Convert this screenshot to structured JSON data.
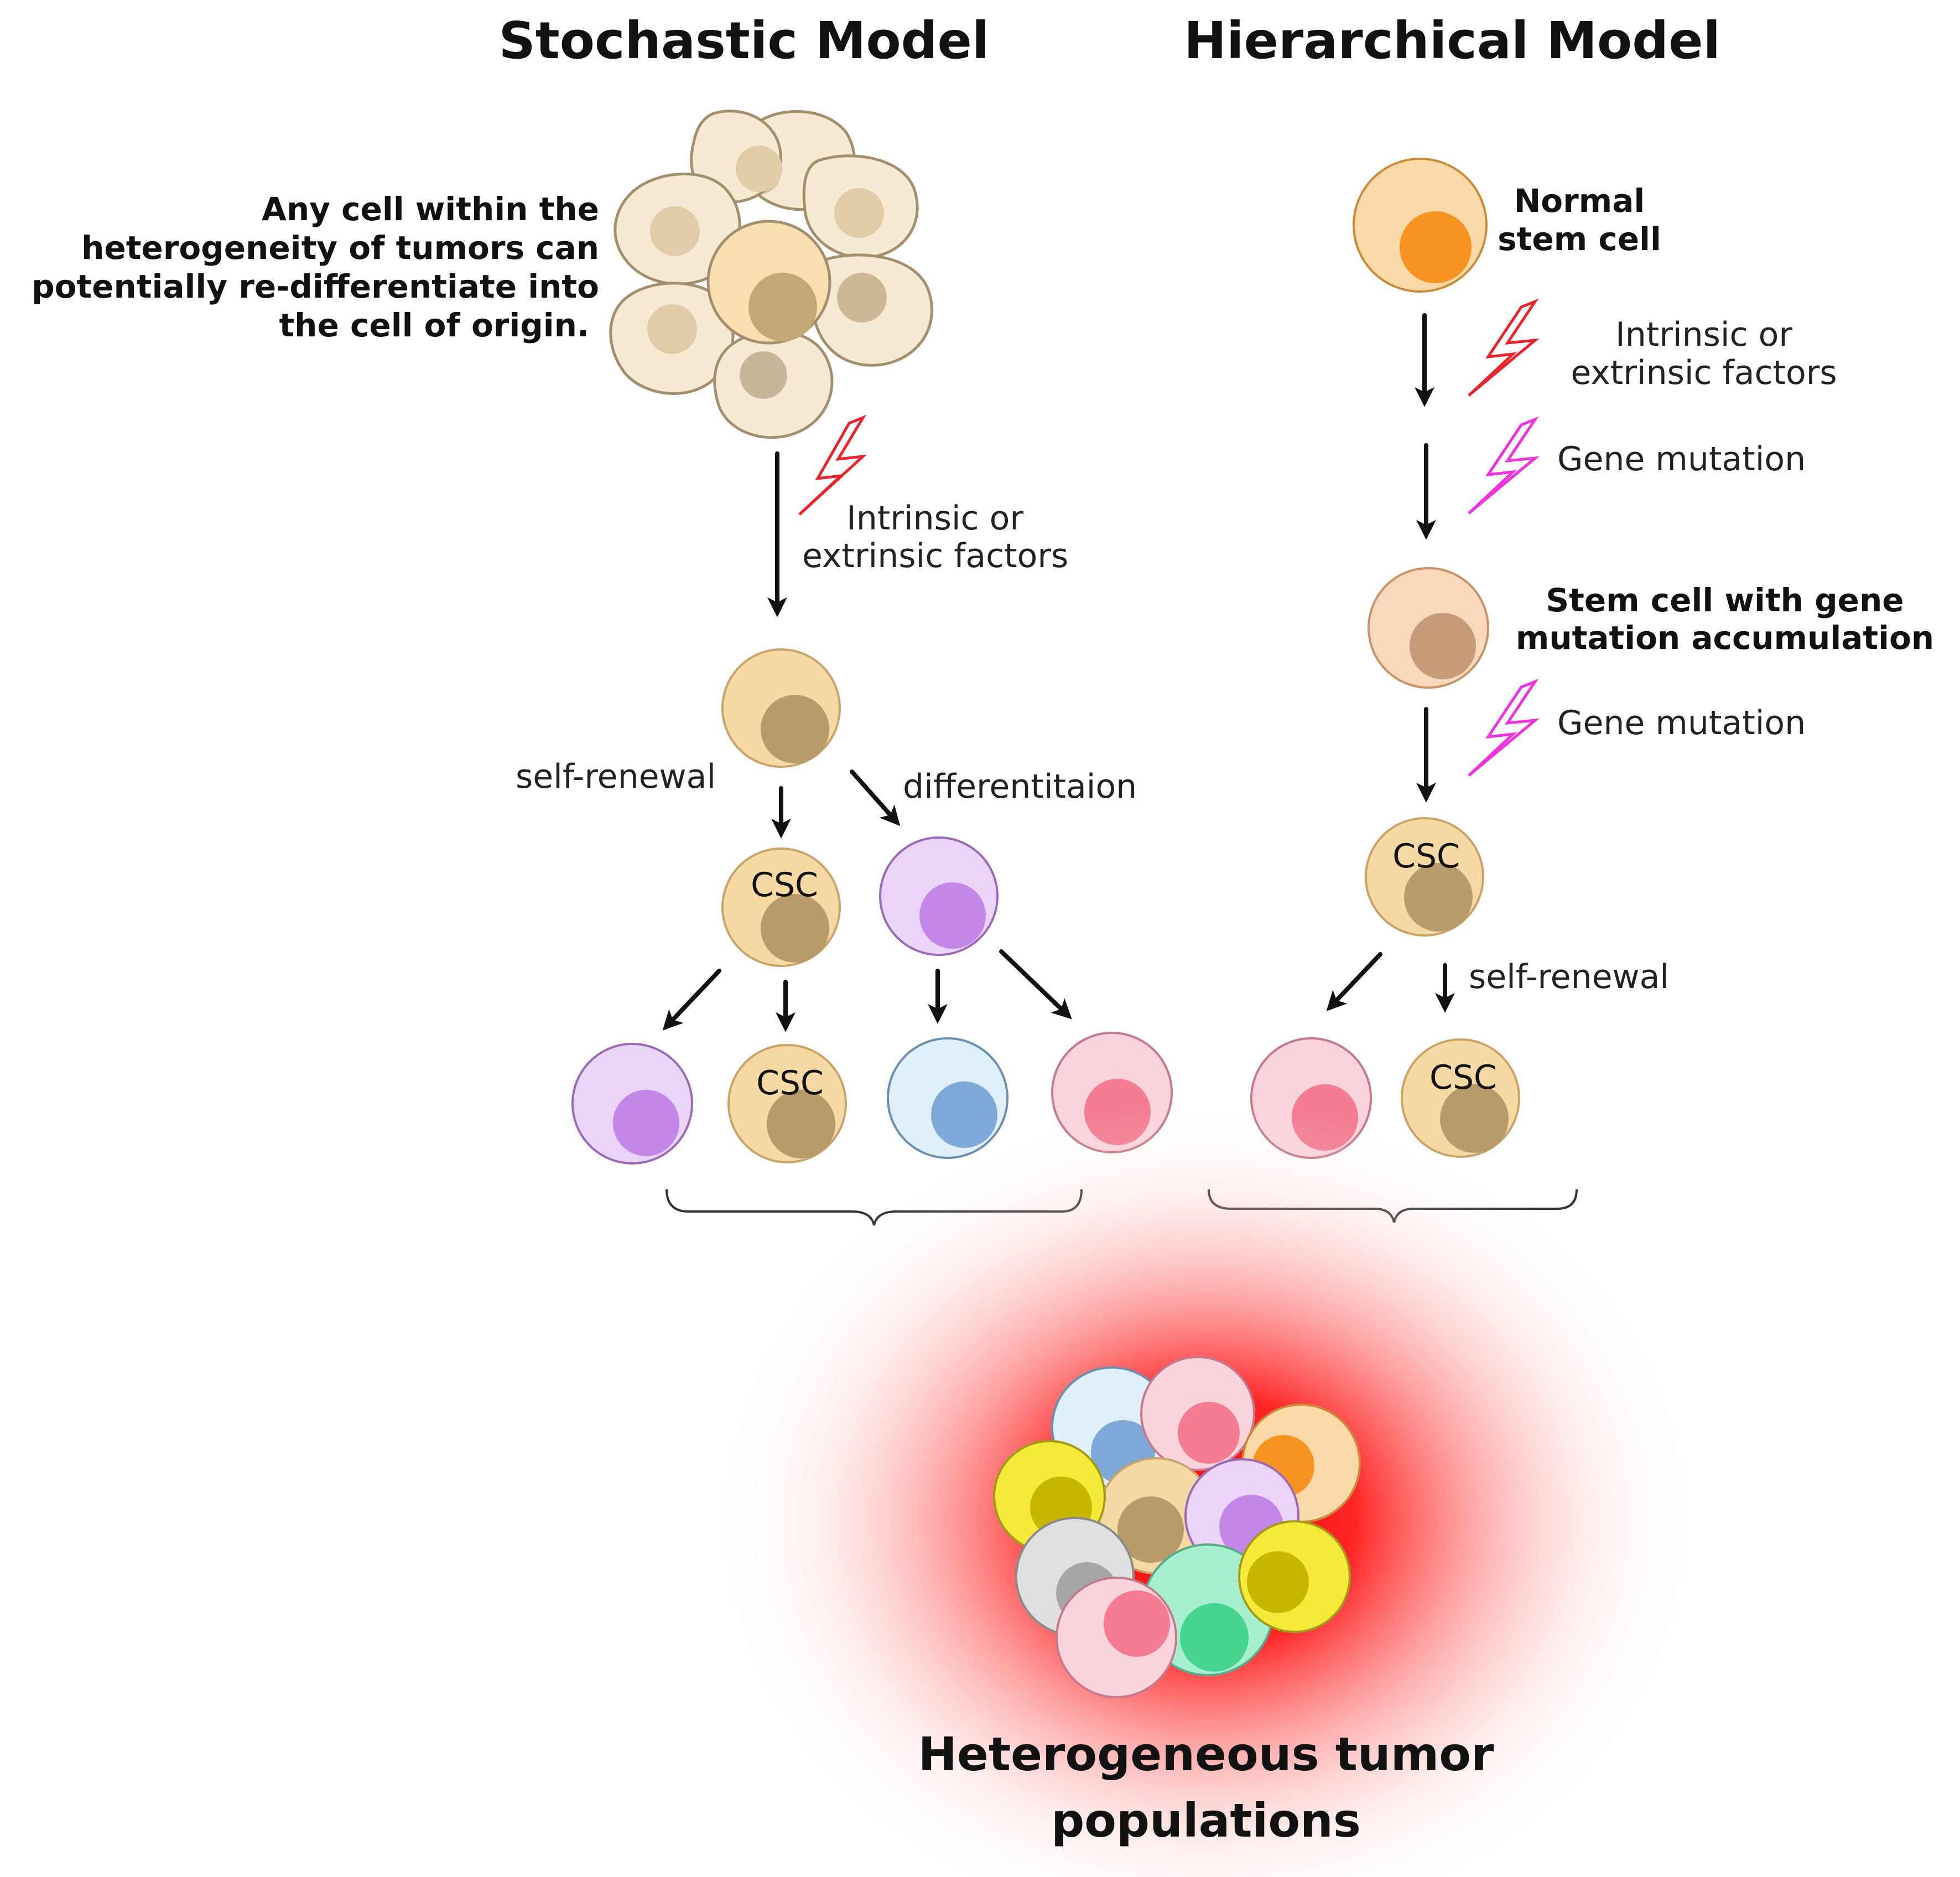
{
  "stochastic": {
    "title": "Stochastic Model",
    "description": [
      "Any cell within the",
      "heterogeneity of tumors can",
      "potentially re-differentiate into",
      "the cell of origin."
    ],
    "factors_label": [
      "Intrinsic or",
      "extrinsic factors"
    ],
    "self_renewal_label": "self-renewal",
    "differentiation_label": "differentitaion",
    "csc_label": "CSC"
  },
  "hierarchical": {
    "title": "Hierarchical Model",
    "normal_stem_label": [
      "Normal",
      "stem cell"
    ],
    "factors_label": [
      "Intrinsic or",
      "extrinsic factors"
    ],
    "gene_mutation_label": "Gene mutation",
    "accumulation_label": [
      "Stem cell with gene",
      "mutation accumulation"
    ],
    "csc_label": "CSC",
    "self_renewal_label": "self-renewal"
  },
  "result": {
    "title": [
      "Heterogeneous tumor",
      "populations"
    ]
  },
  "colors": {
    "csc_body": "#f7d9a4",
    "csc_nucleus": "#b99a6a",
    "purple_body": "#ead5f8",
    "purple_nucleus": "#c287e8",
    "blue_body": "#dff0fb",
    "blue_nucleus": "#7ea8d8",
    "pink_body": "#fbd3dc",
    "pink_nucleus": "#f47d93",
    "orange_body": "#fbd8a8",
    "orange_nucleus": "#f79320",
    "bolt_red": "#e8242c",
    "bolt_magenta": "#ee33dd",
    "glow": "#ff1a1a"
  }
}
